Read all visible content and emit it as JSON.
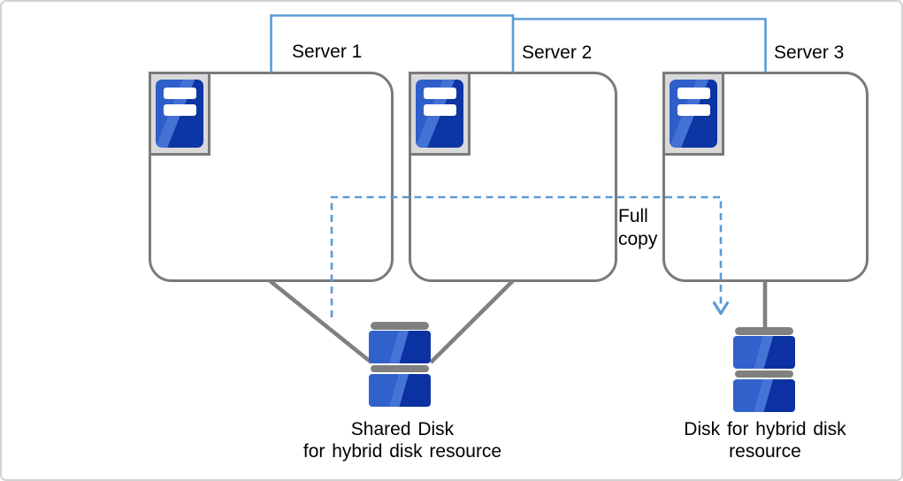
{
  "diagram": {
    "servers": [
      {
        "label": "Server 1"
      },
      {
        "label": "Server 2"
      },
      {
        "label": "Server 3"
      }
    ],
    "full_copy": {
      "line1": "Full",
      "line2": "copy"
    },
    "shared_disk": {
      "line1": "Shared Disk",
      "line2": "for hybrid disk resource"
    },
    "server3_disk": {
      "line1": "Disk for hybrid disk",
      "line2": "resource"
    },
    "icons": {
      "server": "server-tower-icon",
      "disk": "disk-stack-icon"
    },
    "colors": {
      "interconnect_blue": "#5B9BD5",
      "connector_gray": "#808080",
      "box_border_gray": "#7A7A7A",
      "icon_frame_gray": "#D9D9D9",
      "icon_blue_light": "#2E5EC9",
      "icon_blue_highlight": "#4371D4",
      "icon_blue_dark": "#0D35A3",
      "text_color": "#000000"
    }
  }
}
